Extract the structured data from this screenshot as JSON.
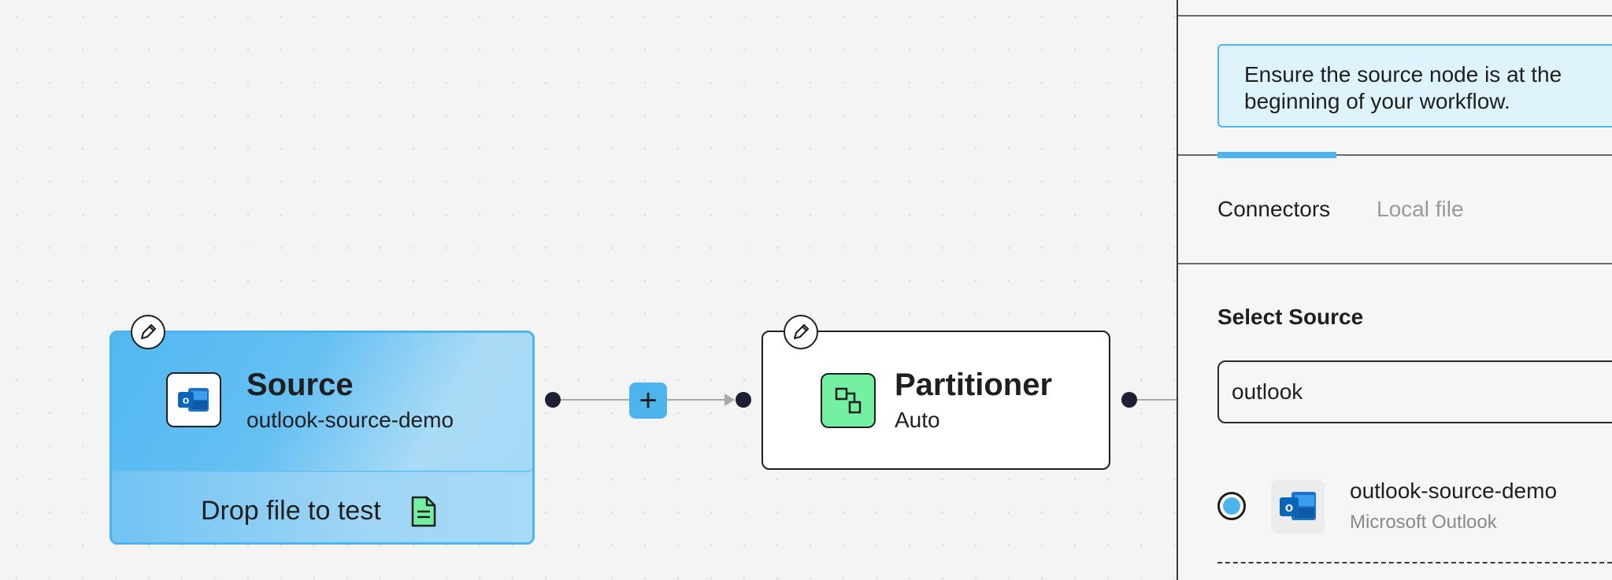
{
  "canvas": {
    "source_node": {
      "title": "Source",
      "subtitle": "outlook-source-demo",
      "drop_label": "Drop file to test",
      "icon": "microsoft-outlook-icon"
    },
    "partitioner_node": {
      "title": "Partitioner",
      "subtitle": "Auto",
      "icon": "partition-icon"
    },
    "add_node_label": "+"
  },
  "panel": {
    "info_text": "Ensure the source node is at the beginning of your workflow.",
    "tabs": [
      {
        "label": "Connectors",
        "active": true
      },
      {
        "label": "Local file",
        "active": false
      }
    ],
    "section_title": "Select Source",
    "search": {
      "value": "outlook",
      "placeholder": ""
    },
    "results": [
      {
        "name": "outlook-source-demo",
        "type": "Microsoft Outlook",
        "selected": true,
        "icon": "microsoft-outlook-icon"
      }
    ]
  },
  "colors": {
    "accent": "#4db4ee",
    "partitioner_icon_bg": "#74f0a2",
    "info_bg": "#def3fc"
  }
}
